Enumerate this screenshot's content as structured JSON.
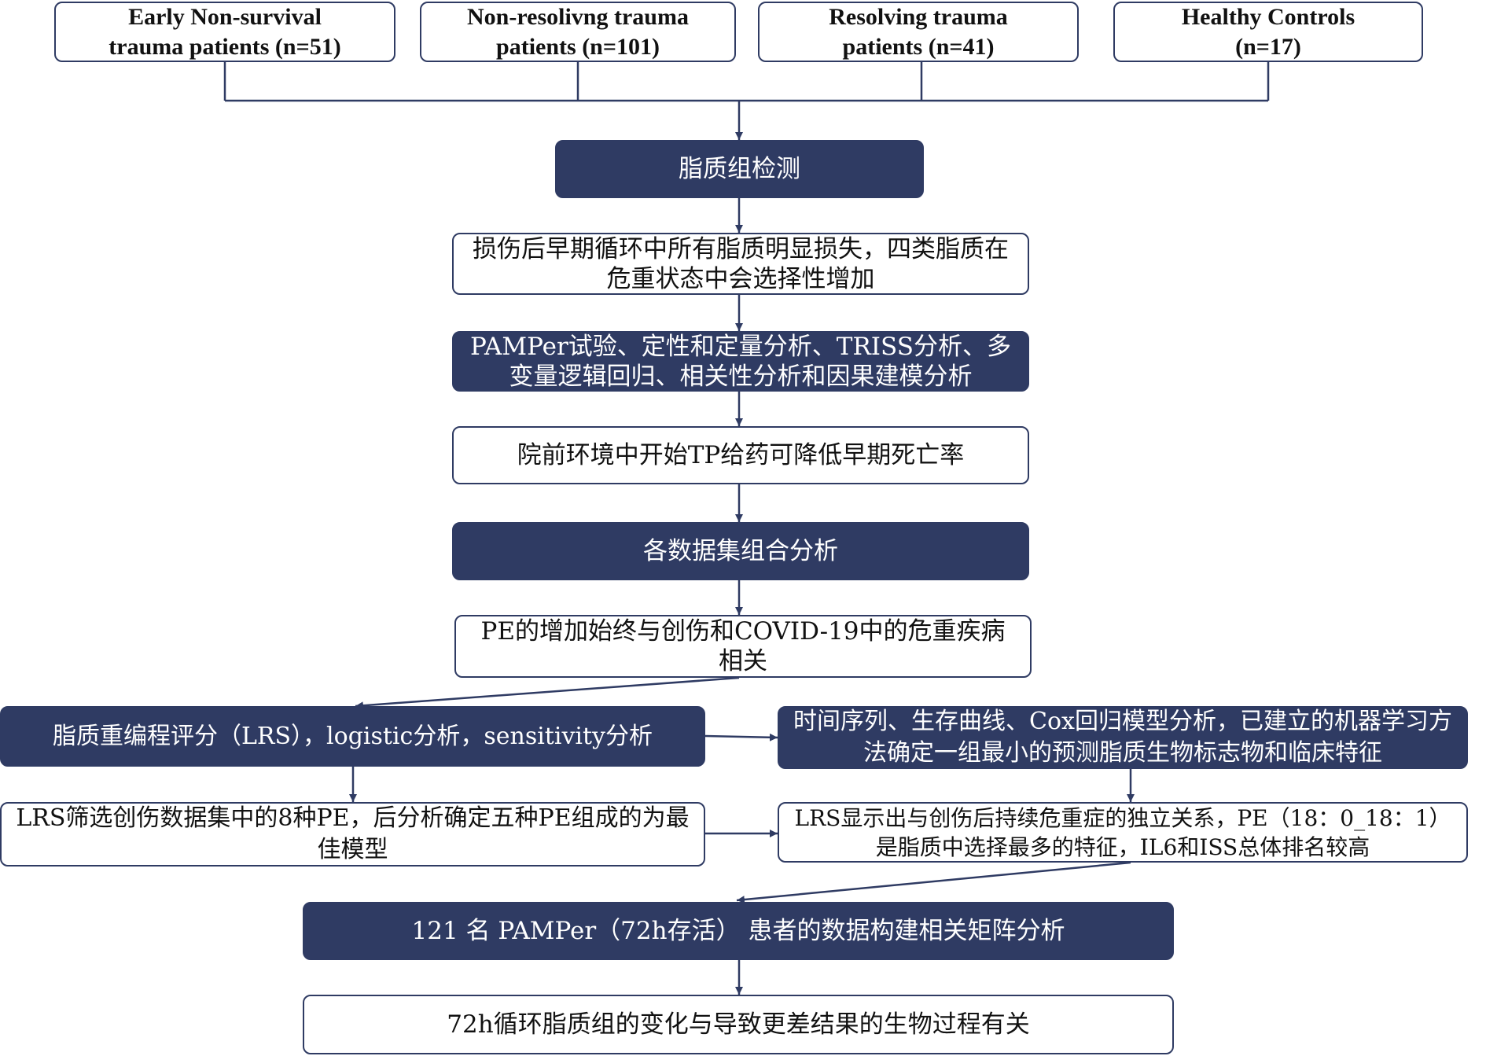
{
  "colors": {
    "navy": "#2f3b63",
    "white": "#ffffff",
    "text": "#111111",
    "line": "#2f3b63"
  },
  "top_groups": [
    {
      "line1": "Early Non-survival",
      "line2": "trauma patients (n=51)"
    },
    {
      "line1": "Non-resolivng trauma",
      "line2": "patients (n=101)"
    },
    {
      "line1": "Resolving trauma",
      "line2": "patients (n=41)"
    },
    {
      "line1": "Healthy Controls",
      "line2": "(n=17)"
    }
  ],
  "flow": {
    "lipidomics": "脂质组检测",
    "finding1": "损伤后早期循环中所有脂质明显损失，四类脂质在危重状态中会选择性增加",
    "analysis1": "PAMPer试验、定性和定量分析、TRISS分析、多变量逻辑回归、相关性分析和因果建模分析",
    "finding2": "院前环境中开始TP给药可降低早期死亡率",
    "combined": "各数据集组合分析",
    "finding3": "PE的增加始终与创伤和COVID-19中的危重疾病相关",
    "left_analysis": "脂质重编程评分（LRS），logistic分析，sensitivity分析",
    "right_analysis": "时间序列、生存曲线、Cox回归模型分析，已建立的机器学习方法确定一组最小的预测脂质生物标志物和临床特征",
    "left_result": "LRS筛选创伤数据集中的8种PE，后分析确定五种PE组成的为最佳模型",
    "right_result": "LRS显示出与创伤后持续危重症的独立关系，PE（18：0_18：1）是脂质中选择最多的特征，IL6和ISS总体排名较高",
    "matrix": "121 名 PAMPer（72h存活） 患者的数据构建相关矩阵分析",
    "final": "72h循环脂质组的变化与导致更差结果的生物过程有关"
  }
}
